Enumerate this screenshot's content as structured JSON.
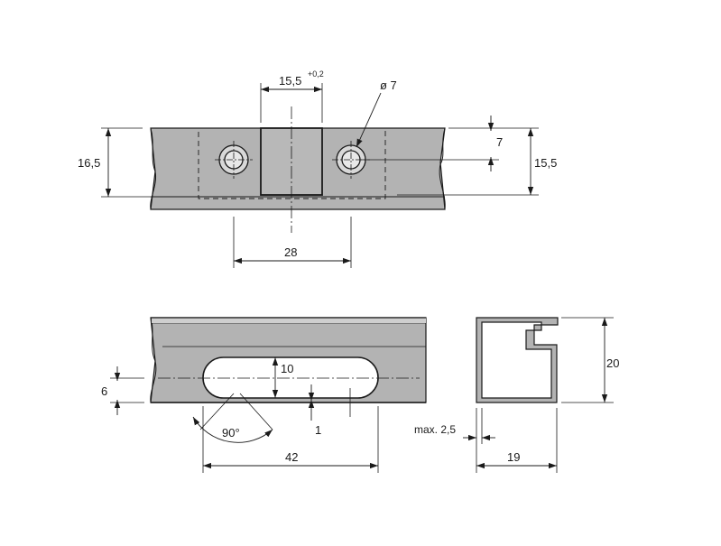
{
  "colors": {
    "profile_fill": "#b3b3b3",
    "profile_light": "#cfcfcf",
    "line": "#1a1a1a",
    "background": "#ffffff"
  },
  "top_view": {
    "width_label": "15,5",
    "tolerance_label": "+0,2",
    "hole_diameter_label": "ø 7",
    "hole_offset_label": "7",
    "height_left_label": "16,5",
    "height_right_label": "15,5",
    "spacing_label": "28"
  },
  "bottom_view": {
    "slot_height_label": "10",
    "offset_label": "6",
    "angle_label": "90°",
    "step_label": "1",
    "slot_length_label": "42"
  },
  "section_view": {
    "height_label": "20",
    "thickness_label": "max. 2,5",
    "width_label": "19"
  }
}
